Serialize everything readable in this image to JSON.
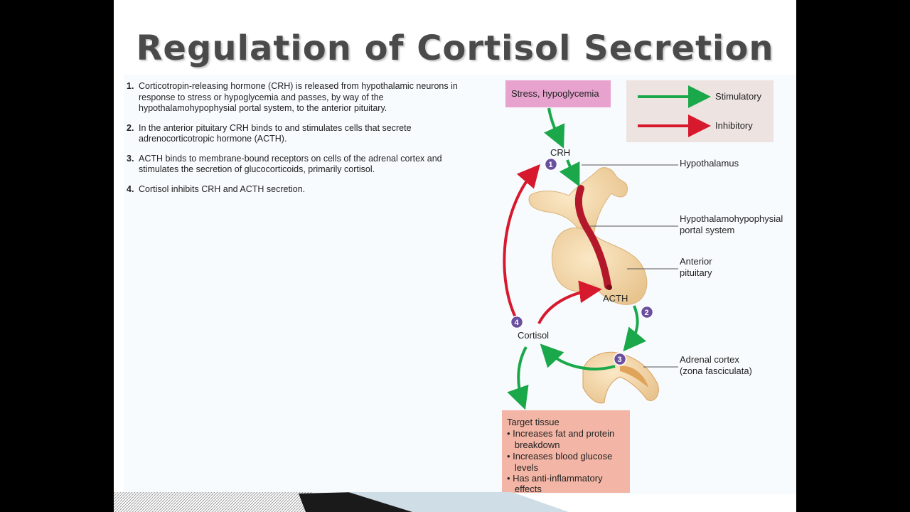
{
  "title": "Regulation of Cortisol Secretion",
  "steps": [
    {
      "num": "1.",
      "text": "Corticotropin-releasing hormone (CRH) is released from hypothalamic neurons in response to stress or hypoglycemia and passes, by way of the hypothalamohypophysial portal system, to the anterior pituitary."
    },
    {
      "num": "2.",
      "text": "In the anterior pituitary CRH binds to and stimulates cells that secrete adrenocorticotropic hormone (ACTH)."
    },
    {
      "num": "3.",
      "text": "ACTH binds to membrane-bound receptors on cells of the adrenal cortex and stimulates the secretion of glucocorticoids, primarily cortisol."
    },
    {
      "num": "4.",
      "text": "Cortisol inhibits CRH and ACTH secretion."
    }
  ],
  "diagram": {
    "stress_box": "Stress, hypoglycemia",
    "legend": {
      "stimulatory": "Stimulatory",
      "inhibitory": "Inhibitory"
    },
    "labels": {
      "crh": "CRH",
      "acth": "ACTH",
      "cortisol": "Cortisol",
      "hypothalamus": "Hypothalamus",
      "portal_line1": "Hypothalamohypophysial",
      "portal_line2": "portal system",
      "anterior_line1": "Anterior",
      "anterior_line2": "pituitary",
      "adrenal_line1": "Adrenal cortex",
      "adrenal_line2": "(zona fasciculata)"
    },
    "badges": [
      "1",
      "2",
      "3",
      "4"
    ],
    "target": {
      "title": "Target tissue",
      "lines": [
        "• Increases fat and protein",
        "   breakdown",
        "• Increases blood glucose",
        "   levels",
        "• Has anti-inflammatory",
        "   effects"
      ]
    }
  },
  "colors": {
    "stimulatory": "#1aa84a",
    "inhibitory": "#d7192d",
    "stress_box": "#e7a3cd",
    "target_box": "#f3b5a5",
    "legend_box": "#ede3e1",
    "badge": "#6a4f9e"
  }
}
